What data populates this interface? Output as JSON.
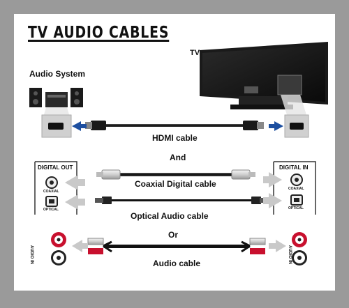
{
  "title": "TV AUDIO CABLES",
  "tv_label": "TV",
  "audio_system_label": "Audio System",
  "hdmi_cable": "HDMI cable",
  "and_text": "And",
  "coaxial_cable": "Coaxial Digital cable",
  "optical_cable": "Optical Audio cable",
  "or_text": "Or",
  "audio_cable": "Audio cable",
  "digital_out": "DIGITAL OUT",
  "digital_in": "DIGITAL IN",
  "coaxial_port": "COAXIAL",
  "optical_port": "OPTICAL",
  "audio_in_port": "AUDIO IN",
  "colors": {
    "arrow_blue": "#1d4fa0",
    "rca_red": "#c8102e",
    "frame_gray": "#9a9a9a"
  }
}
